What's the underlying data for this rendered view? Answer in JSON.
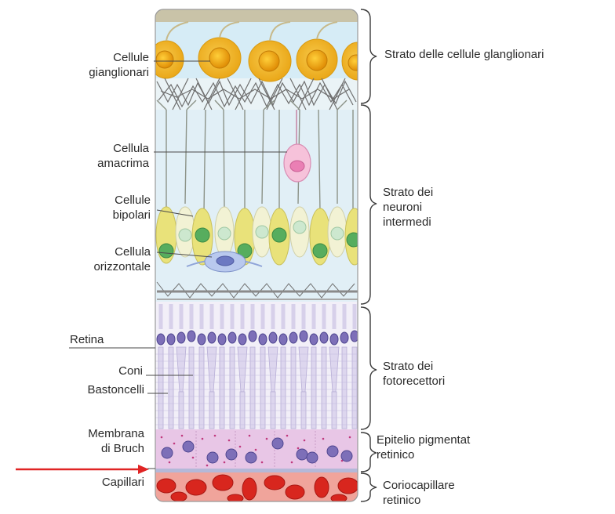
{
  "left_labels": {
    "ganglion": "Cellule\ngianglionari",
    "amacrine": "Cellula\namacrima",
    "bipolar": "Cellule\nbipolari",
    "horizontal": "Cellula\norizzontale",
    "retina": "Retina",
    "cones": "Coni",
    "rods": "Bastoncelli",
    "bruch": "Membrana\ndi Bruch",
    "capillaries": "Capillari"
  },
  "right_labels": {
    "ganglion_layer": "Strato delle cellule glanglionari",
    "intermediate_layer": "Strato dei\nneuroni\nintermedi",
    "photoreceptor_layer": "Strato dei\nfotorecettori",
    "rpe": "Epitelio pigmentat\nretinico",
    "choriocapillaris": "Coriocapillare\nretinico"
  },
  "colors": {
    "ganglion_cell": "#f0b422",
    "bipolar_cell": "#e9e27a",
    "nucleus_green": "#57ad5e",
    "amacrine_cell": "#f2a9c8",
    "horizontal_cell": "#9fb4e6",
    "photoreceptor_nucleus": "#7d6fb8",
    "rpe_background": "#e8c6e6",
    "capillary_red": "#d8261e",
    "arrow_red": "#e02424"
  }
}
